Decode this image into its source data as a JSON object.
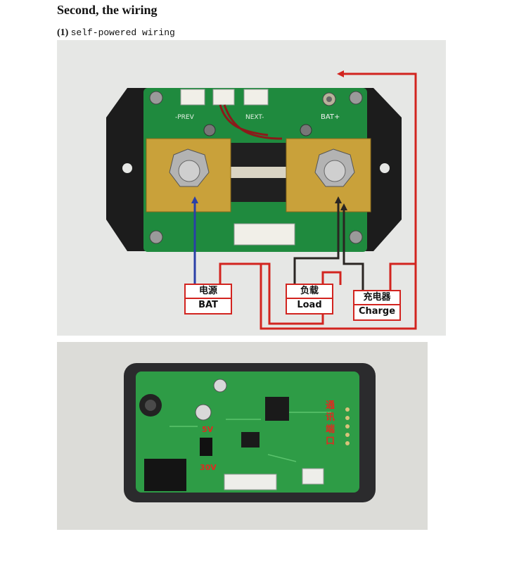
{
  "document": {
    "heading": "Second, the wiring",
    "subheading_number": "(1)",
    "subheading_text": "self-powered wiring"
  },
  "photo_top": {
    "labels": {
      "bat": {
        "cn": "电源",
        "en": "BAT"
      },
      "load": {
        "cn": "负载",
        "en": "Load"
      },
      "charge": {
        "cn": "充电器",
        "en": "Charge"
      }
    },
    "board_text": {
      "bat_plus": "BAT+",
      "prev": "-PREV",
      "next": "NEXT-"
    }
  },
  "photo_bottom": {
    "annotations": {
      "comm_port": [
        "通",
        "讯",
        "端",
        "口"
      ],
      "v_low": "5V",
      "v_high": "30V"
    }
  },
  "colors": {
    "wire_red": "#d2241f",
    "wire_blue": "#2a3fa8",
    "wire_black": "#2a2522",
    "pcb_green": "#1f8a3e",
    "brass": "#c9a13a"
  }
}
